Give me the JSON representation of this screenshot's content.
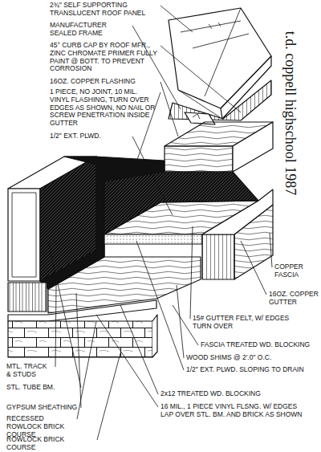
{
  "diagram": {
    "labels": [
      "2¾\" SELF SUPPORTING TRANSLUCENT ROOF PANEL",
      "MANUFACTURER SEALED FRAME",
      "45° CURB CAP BY ROOF MFR., ZINC CHROMATE PRIMER FULLY PAINT @ BOTT. TO PREVENT CORROSION",
      "16OZ. COPPER FLASHING",
      "1 PIECE, NO JOINT, 10 MIL. VINYL FLASHING, TURN OVER EDGES AS SHOWN, NO NAIL OR SCREW PENETRATION INSIDE GUTTER",
      "1/2\" EXT. PLWD.",
      "COPPER FASCIA",
      "16OZ. COPPER GUTTER",
      "15# GUTTER FELT, W/ EDGES TURN OVER",
      "FASCIA TREATED WD. BLOCKING",
      "WOOD SHIMS @ 2'.0\" O.C.",
      "1/2\" EXT. PLWD. SLOPING TO DRAIN",
      "2x12 TREATED WD. BLOCKING",
      "16 MIL., 1 PIECE VINYL FLSNG. W/ EDGES LAP OVER STL. BM. AND BRICK AS SHOWN",
      "MTL. TRACK & STUDS",
      "STL. TUBE BM.",
      "GYPSUM SHEATHING",
      "RECESSED ROWLOCK BRICK COURSE",
      "ROWLOCK BRICK COURSE",
      "t.d. coppell highschool 1987"
    ]
  }
}
